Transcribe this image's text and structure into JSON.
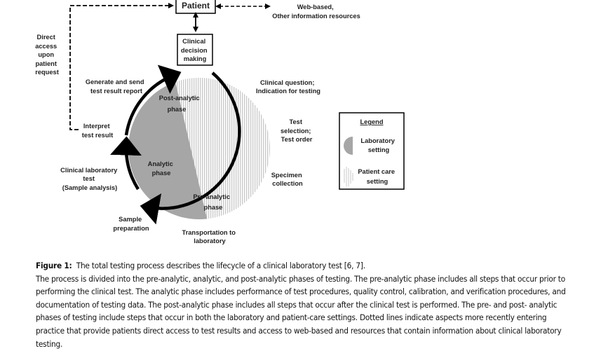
{
  "diagram": {
    "boxes": {
      "patient": "Patient",
      "clinical_decision": [
        "Clinical",
        "decision",
        "making"
      ]
    },
    "external_resources": [
      "Web-based,",
      "Other information resources"
    ],
    "direct_access": [
      "Direct",
      "access",
      "upon",
      "patient",
      "request"
    ],
    "phases": {
      "post_analytic": [
        "Post-analytic",
        "phase"
      ],
      "analytic": [
        "Analytic",
        "phase"
      ],
      "pre_analytic": [
        "Pre-analytic",
        "phase"
      ]
    },
    "steps": {
      "clinical_question": [
        "Clinical question;",
        "Indication for testing"
      ],
      "test_selection": [
        "Test",
        "selection;",
        "Test order"
      ],
      "specimen_collection": [
        "Specimen",
        "collection"
      ],
      "transportation": [
        "Transportation to",
        "laboratory"
      ],
      "sample_preparation": [
        "Sample",
        "preparation"
      ],
      "clinical_lab_test": [
        "Clinical laboratory",
        "test",
        "(Sample analysis)"
      ],
      "interpret": [
        "Interpret",
        "test result"
      ],
      "generate_report": [
        "Generate and send",
        "test result report"
      ]
    },
    "legend": {
      "title": "Legend",
      "items": [
        {
          "label": [
            "Laboratory",
            "setting"
          ],
          "swatch": "solid-gray"
        },
        {
          "label": [
            "Patient care",
            "setting"
          ],
          "swatch": "vertical-stripes"
        }
      ]
    },
    "colors": {
      "laboratory": "#a6a6a6",
      "patient_care_stripe": "#c8c8c8",
      "ink": "#000000"
    }
  },
  "caption": {
    "figure_label": "Figure 1:",
    "title": "The total testing process describes the lifecycle of a clinical laboratory test [6, 7].",
    "body": "The process is divided into the pre-analytic, analytic, and post-analytic phases of testing. The pre-analytic phase includes all steps that occur prior to performing the clinical test. The analytic phase includes performance of test procedures, quality control, calibration, and verification procedures, and documentation of testing data. The post-analytic phase includes all steps that occur after the clinical test is performed. The pre- and post- analytic phases of testing include steps that occur in both the laboratory and patient-care settings. Dotted lines indicate aspects more recently entering practice that provide patients direct access to test results and access to web-based and resources that contain information about clinical laboratory testing."
  }
}
